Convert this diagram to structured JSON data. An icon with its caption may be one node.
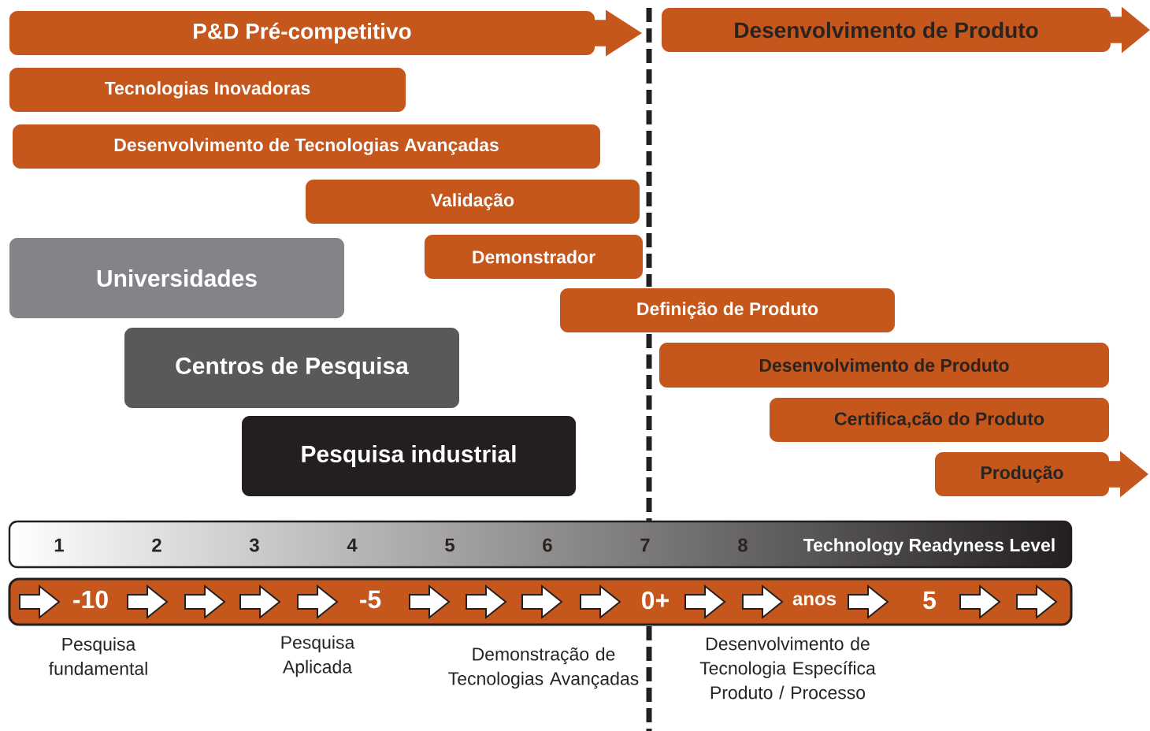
{
  "diagram": {
    "nodes": [
      {
        "text": [
          "P&D Pré-competitivo"
        ]
      },
      {
        "text": [
          "Desenvolvimento de Produto"
        ]
      },
      {
        "text": [
          "Tecnologias Inovadoras"
        ]
      },
      {
        "text": [
          "Desenvolvimento de Tecnologias Avançadas"
        ]
      },
      {
        "text": [
          "Validação"
        ]
      },
      {
        "text": [
          "Universidades"
        ]
      },
      {
        "text": [
          "Demonstrador"
        ]
      },
      {
        "text": [
          "Definição de Produto"
        ]
      },
      {
        "text": [
          "Centros de Pesquisa"
        ]
      },
      {
        "text": [
          "Desenvolvimento de Produto"
        ]
      },
      {
        "text": [
          "Pesquisa industrial"
        ]
      },
      {
        "text": [
          "Certifica,cão do Produto"
        ]
      },
      {
        "text": [
          "Produção"
        ]
      }
    ],
    "labels": [
      "1",
      "2",
      "3",
      "4",
      "5",
      "6",
      "7",
      "8",
      "Technology Readyness Level",
      "-10",
      "-5",
      "0+",
      "anos",
      "5",
      "Pesquisa fundamental",
      "Pesquisa Aplicada",
      "Demonstração de Tecnologias Avançadas",
      "Desenvolvimento de Tecnologia Específica Produto / Processo"
    ]
  }
}
